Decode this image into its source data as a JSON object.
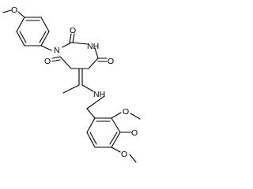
{
  "molecule": {
    "atom_labels": {
      "o_methoxy_top": "O",
      "n1": "N",
      "o_c2": "O",
      "nh3": "NH",
      "o_c6": "O",
      "o_c4": "O",
      "nh_amine": "NH",
      "o_meta_upper": "O",
      "o_para": "O",
      "o_meta_lower": "O"
    }
  }
}
